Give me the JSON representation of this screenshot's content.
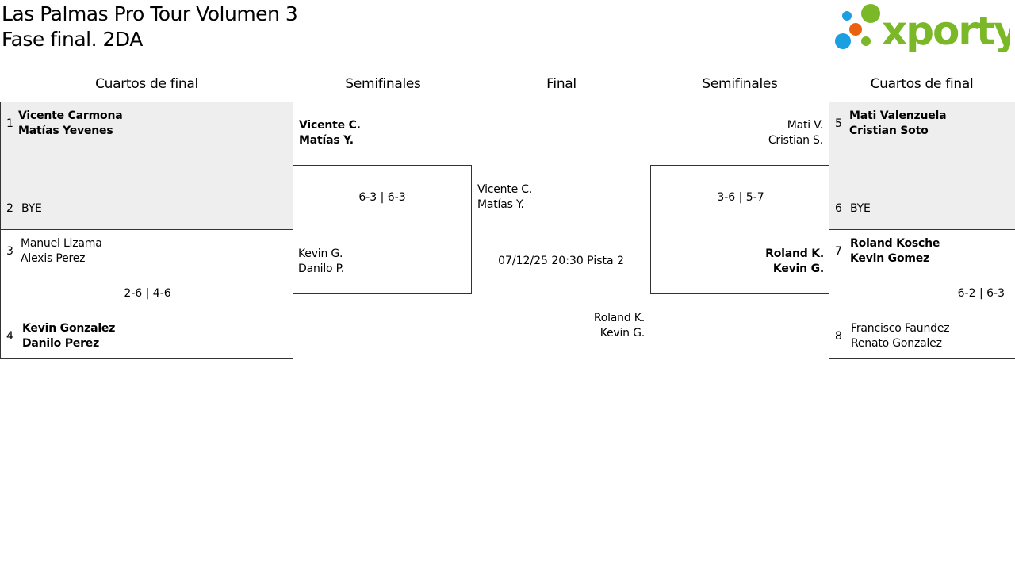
{
  "header": {
    "title": "Las Palmas Pro Tour Volumen 3",
    "subtitle": "Fase final. 2DA",
    "logo_text": "xporty"
  },
  "rounds": {
    "qf_left": "Cuartos de final",
    "sf_left": "Semifinales",
    "final": "Final",
    "sf_right": "Semifinales",
    "qf_right": "Cuartos de final"
  },
  "qf": [
    {
      "seed_a": "1",
      "team_a": [
        "Vicente Carmona",
        "Matías Yevenes"
      ],
      "seed_b": "2",
      "team_b": [
        "BYE"
      ],
      "score": ""
    },
    {
      "seed_a": "3",
      "team_a": [
        "Manuel Lizama",
        "Alexis Perez"
      ],
      "seed_b": "4",
      "team_b": [
        "Kevin Gonzalez",
        "Danilo Perez"
      ],
      "score": "2-6 | 4-6"
    },
    {
      "seed_a": "5",
      "team_a": [
        "Mati Valenzuela",
        "Cristian Soto"
      ],
      "seed_b": "6",
      "team_b": [
        "BYE"
      ],
      "score": ""
    },
    {
      "seed_a": "7",
      "team_a": [
        "Roland Kosche",
        "Kevin Gomez"
      ],
      "seed_b": "8",
      "team_b": [
        "Francisco Faundez",
        "Renato Gonzalez"
      ],
      "score": "6-2 | 6-3"
    }
  ],
  "sf": [
    {
      "team_a": [
        "Vicente C.",
        "Matías Y."
      ],
      "team_b": [
        "Kevin G.",
        "Danilo P."
      ],
      "score": "6-3 | 6-3"
    },
    {
      "team_a": [
        "Mati V.",
        "Cristian S."
      ],
      "team_b": [
        "Roland K.",
        "Kevin G."
      ],
      "score": "3-6 | 5-7"
    }
  ],
  "final": {
    "team_a": [
      "Vicente C.",
      "Matías Y."
    ],
    "team_b": [
      "Roland K.",
      "Kevin G."
    ],
    "schedule": "07/12/25 20:30 Pista 2"
  },
  "colors": {
    "logo_green": "#7ab828",
    "logo_orange": "#e8620f",
    "logo_blue": "#1aa0e0",
    "bye_bg": "#eeeeee"
  }
}
